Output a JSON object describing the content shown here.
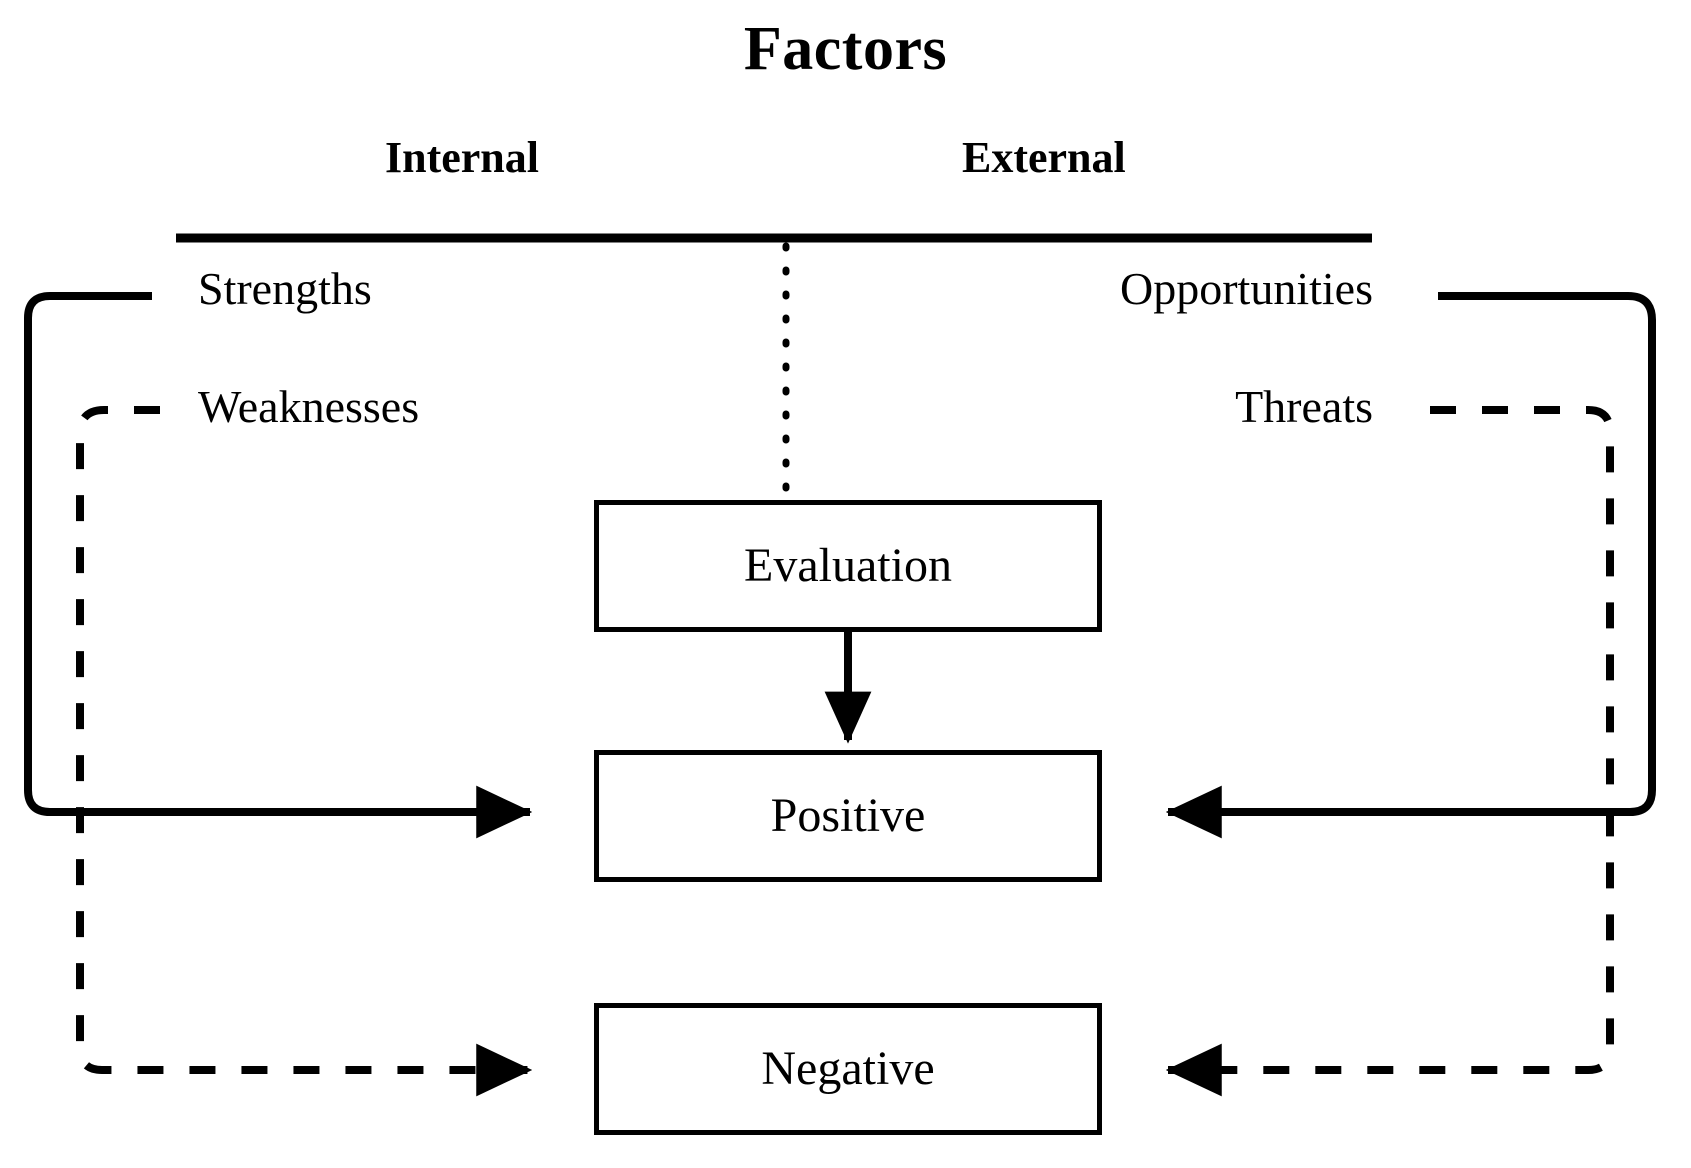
{
  "diagram": {
    "title": "Factors",
    "columns": [
      {
        "id": "internal",
        "label": "Internal"
      },
      {
        "id": "external",
        "label": "External"
      }
    ],
    "factors": [
      {
        "id": "strengths",
        "label": "Strengths",
        "column": "internal",
        "polarity": "positive",
        "line_style": "solid"
      },
      {
        "id": "weaknesses",
        "label": "Weaknesses",
        "column": "internal",
        "polarity": "negative",
        "line_style": "dashed"
      },
      {
        "id": "opportunities",
        "label": "Opportunities",
        "column": "external",
        "polarity": "positive",
        "line_style": "solid"
      },
      {
        "id": "threats",
        "label": "Threats",
        "column": "external",
        "polarity": "negative",
        "line_style": "dashed"
      }
    ],
    "nodes": [
      {
        "id": "evaluation",
        "label": "Evaluation"
      },
      {
        "id": "positive",
        "label": "Positive"
      },
      {
        "id": "negative",
        "label": "Negative"
      }
    ],
    "connections": [
      {
        "from": "divider",
        "to": "evaluation",
        "style": "dotted",
        "arrow": false
      },
      {
        "from": "evaluation",
        "to": "positive",
        "style": "solid",
        "arrow": true
      },
      {
        "from": "strengths",
        "to": "positive",
        "style": "solid",
        "arrow": true
      },
      {
        "from": "opportunities",
        "to": "positive",
        "style": "solid",
        "arrow": true
      },
      {
        "from": "weaknesses",
        "to": "negative",
        "style": "dashed",
        "arrow": true
      },
      {
        "from": "threats",
        "to": "negative",
        "style": "dashed",
        "arrow": true
      }
    ],
    "colors": {
      "stroke": "#000000",
      "background": "#ffffff",
      "text": "#000000"
    }
  }
}
